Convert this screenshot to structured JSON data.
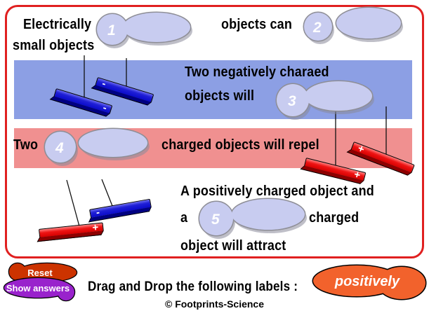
{
  "sentence1": {
    "part1": "Electrically",
    "part2": "objects can",
    "part3": "small objects",
    "blank1_number": "1",
    "blank2_number": "2"
  },
  "blue_band": {
    "line1": "Two negatively charaed",
    "line2": "objects will",
    "blank3_number": "3"
  },
  "pink_band": {
    "part1": "Two",
    "part2": "charged objects will repel",
    "blank4_number": "4"
  },
  "attract_section": {
    "line1": "A positively charged object and",
    "line2_part1": "a",
    "line2_part2": "charged",
    "line3": "object will attract",
    "blank5_number": "5"
  },
  "symbols": {
    "plus": "+",
    "minus": "-"
  },
  "footer": {
    "reset": "Reset",
    "show_answers": "Show answers",
    "instruction": "Drag and Drop the following labels :",
    "copyright": "© Footprints-Science",
    "labels": [
      {
        "text": "positively"
      }
    ]
  },
  "colors": {
    "border": "#E02020",
    "blue_band": "#8C9FE4",
    "pink_band": "#F09090",
    "blob_fill": "#C8CCF0",
    "blob_stroke": "#8E8E96",
    "blue_rod": "#2020D6",
    "red_rod": "#EE1414",
    "reset_fill": "#CC3300",
    "show_answers_fill": "#9922CC",
    "positively_fill": "#F2622C"
  }
}
